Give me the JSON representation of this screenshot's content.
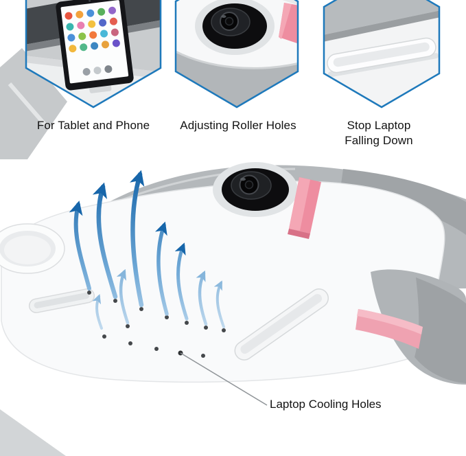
{
  "colors": {
    "accent_blue": "#1e79bb",
    "arrow_blue": "#1766aa",
    "strap_pink": "#ee8da0",
    "band_pink": "#efa2b1",
    "label_text": "#121212"
  },
  "callouts": [
    {
      "id": "tablet-phone",
      "label": "For Tablet and Phone",
      "icon": "tablet-stand-photo"
    },
    {
      "id": "roller-holes",
      "label": "Adjusting Roller Holes",
      "icon": "roller-hole-photo"
    },
    {
      "id": "laptop-stop",
      "label": "Stop Laptop Falling Down",
      "icon": "laptop-stop-ledge-photo"
    }
  ],
  "annotations": {
    "cooling_holes_label": "Laptop Cooling Holes"
  }
}
